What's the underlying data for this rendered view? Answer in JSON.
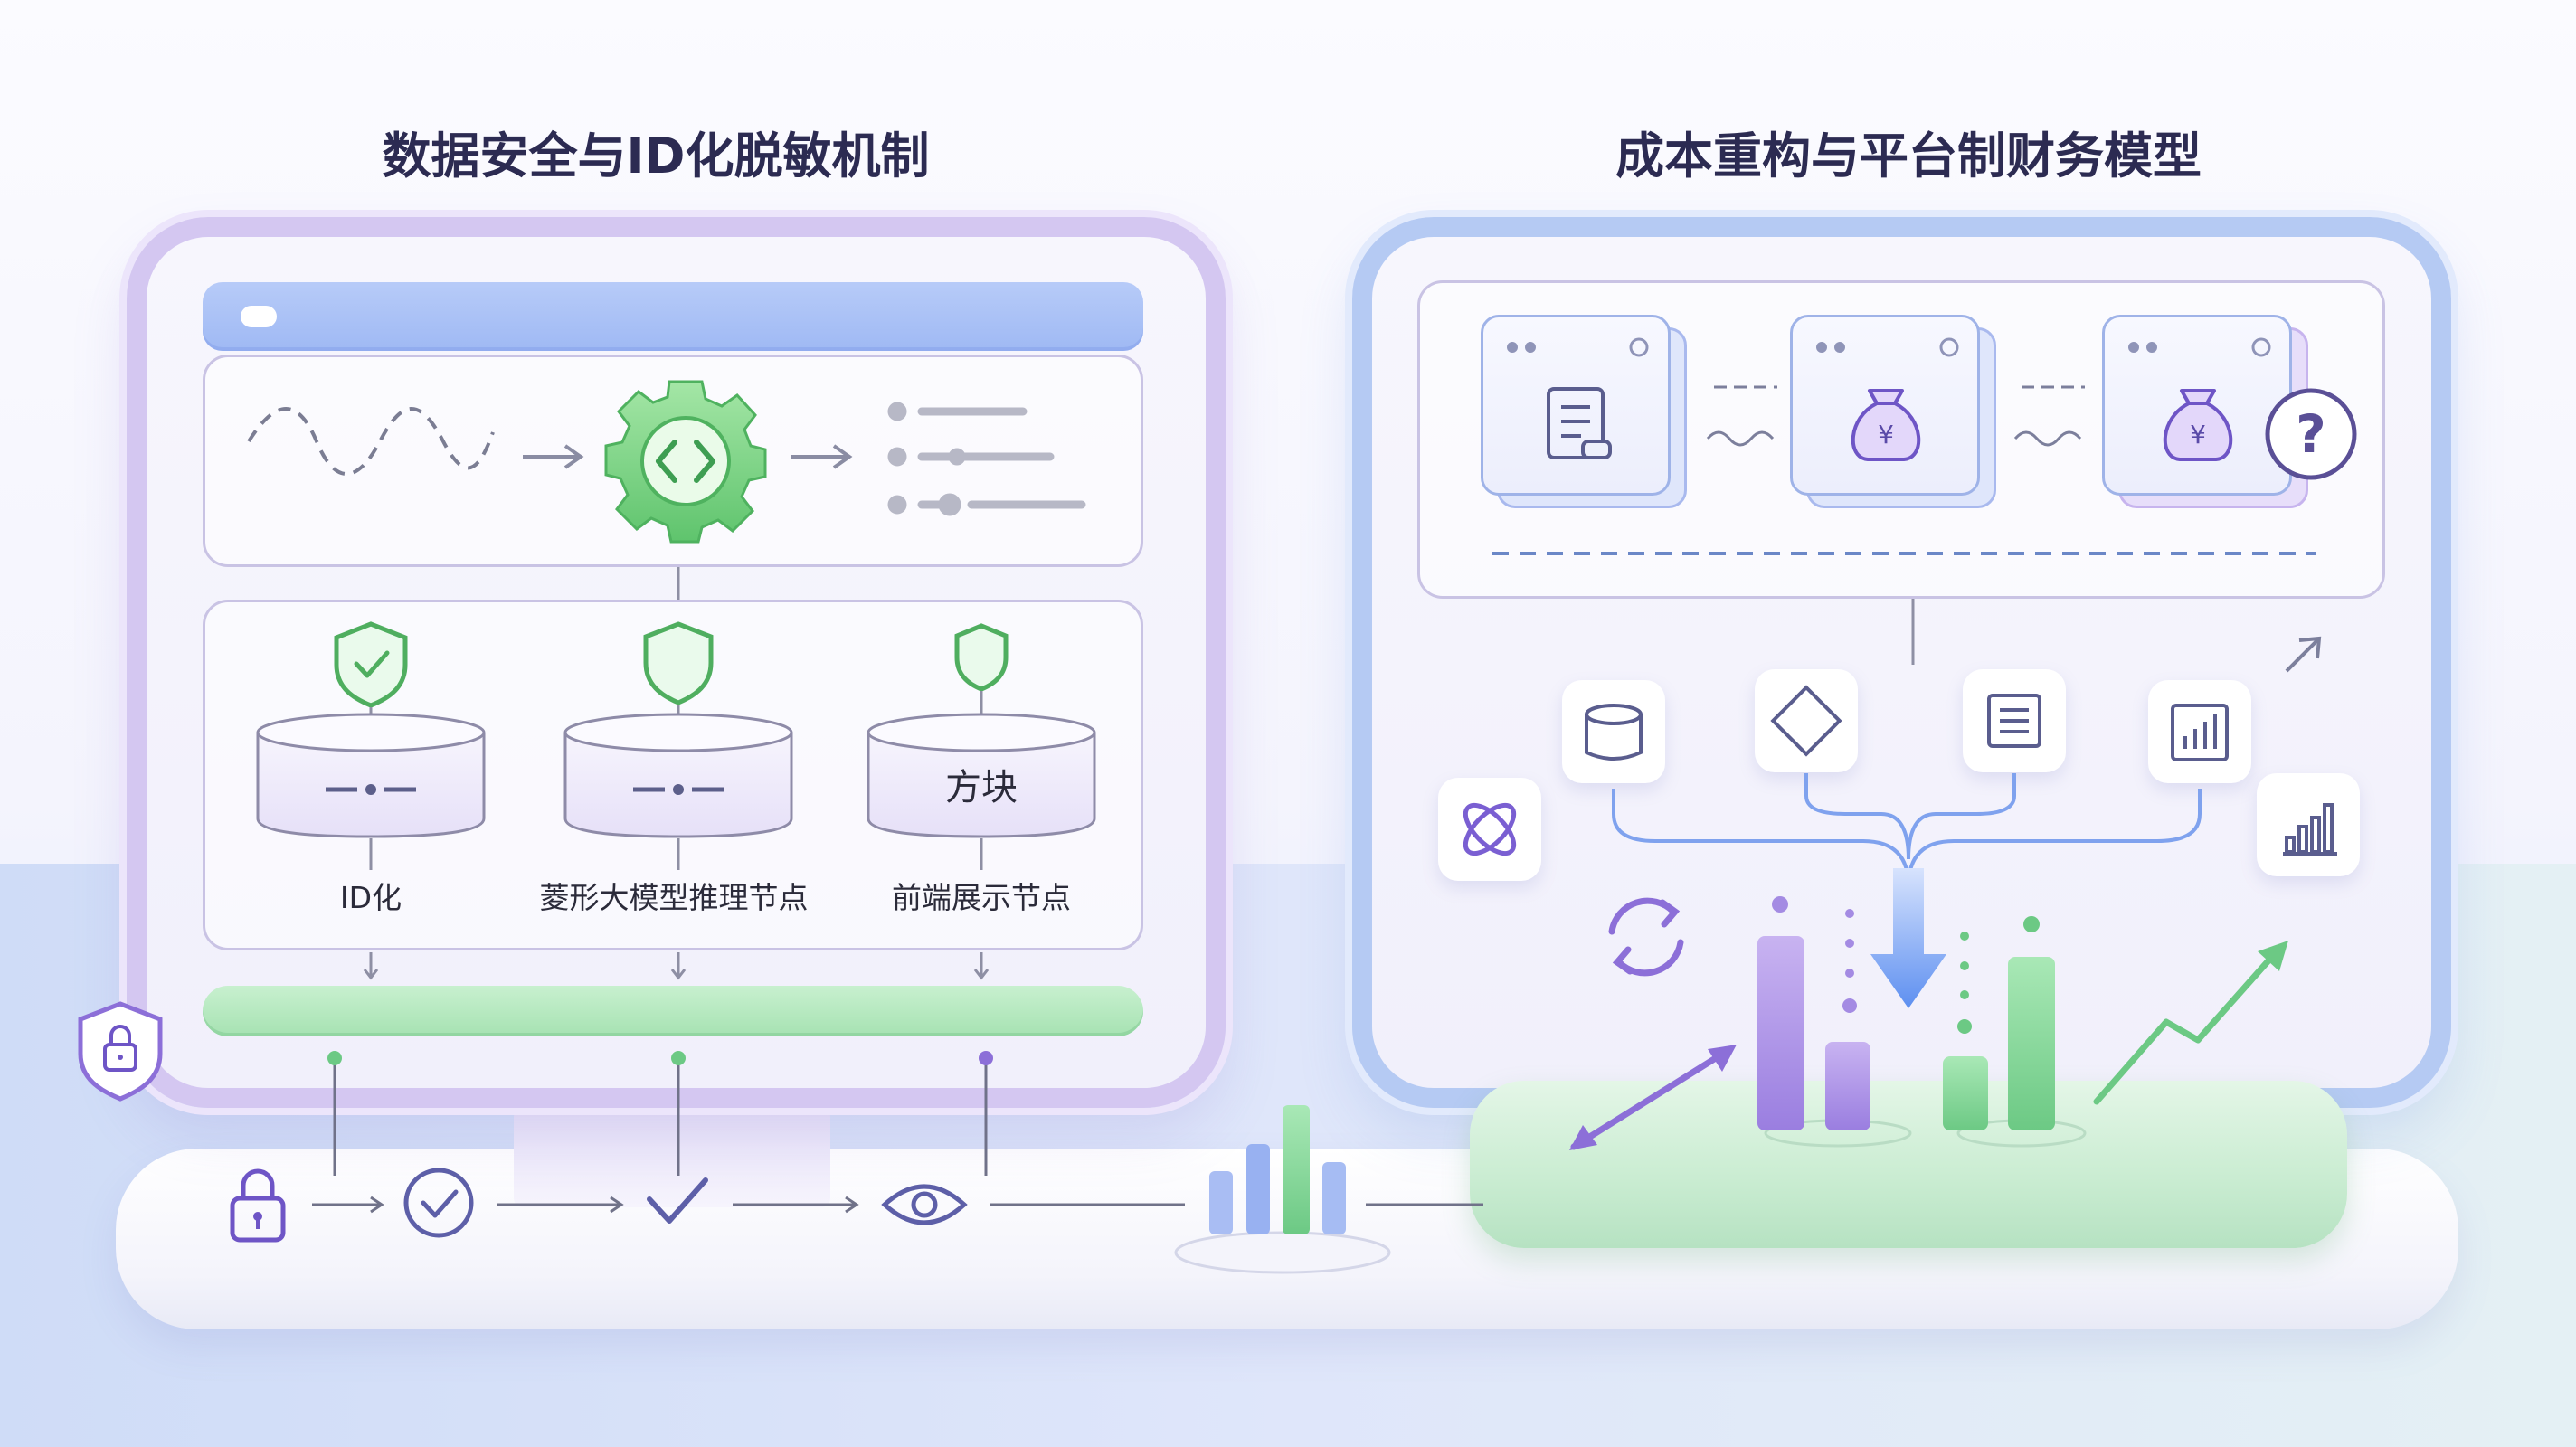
{
  "titles": {
    "left": "数据安全与ID化脱敏机制",
    "right": "成本重构与平台制财务模型"
  },
  "left_panel": {
    "nodes": [
      {
        "label": "ID化",
        "cylinder_text": ""
      },
      {
        "label": "菱形大模型推理节点",
        "cylinder_text": ""
      },
      {
        "label": "前端展示节点",
        "cylinder_text": "方块"
      }
    ]
  },
  "icons": {
    "left": [
      "wave-icon",
      "arrow-icon",
      "code-gear-icon",
      "list-icon",
      "shield-check-icon",
      "shield-icon",
      "lock-icon",
      "check-circle-icon",
      "checkmark-icon",
      "eye-icon",
      "bar-chart-icon"
    ],
    "right": [
      "document-icon",
      "money-bag-icon",
      "question-icon",
      "database-icon",
      "diamond-icon",
      "list-doc-icon",
      "bar-chart-icon",
      "atom-icon",
      "refresh-icon",
      "trend-arrow-icon"
    ]
  },
  "colors": {
    "purple": "#9b7fe0",
    "blue": "#7fa2ee",
    "green": "#7ed398",
    "dark": "#5a5d78"
  }
}
